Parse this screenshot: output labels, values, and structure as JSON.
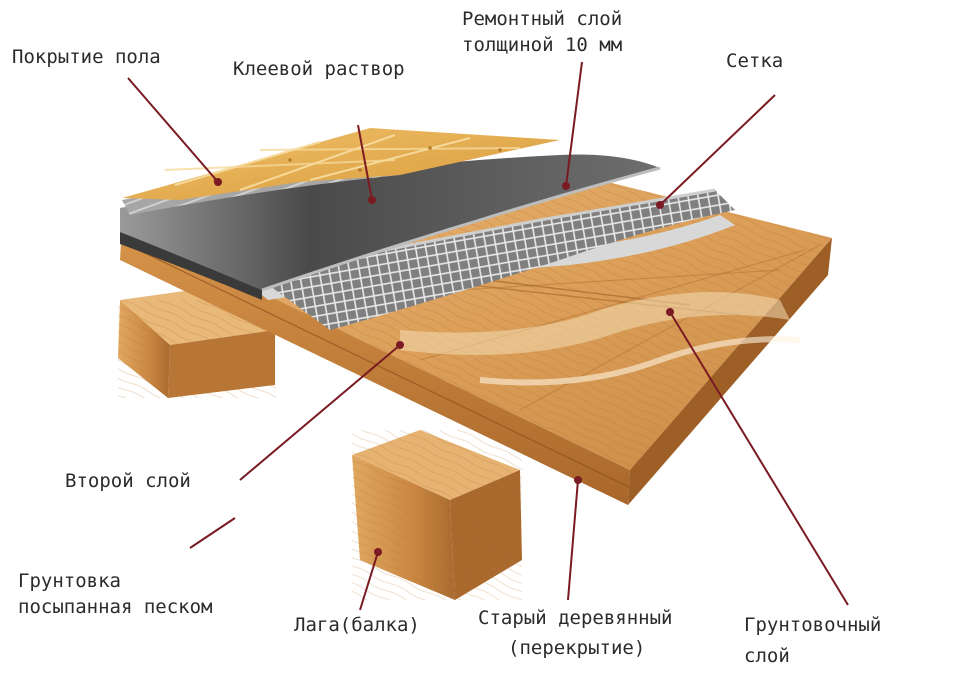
{
  "labels": {
    "floor_cover": "Покрытие пола",
    "glue": "Клеевой раствор",
    "repair_line1": "Ремонтный слой",
    "repair_line2": "толщиной 10 мм",
    "mesh": "Сетка",
    "second_layer": "Второй слой",
    "primer_sand_line1": "Грунтовка",
    "primer_sand_line2": "посыпанная песком",
    "joist": "Лага(балка)",
    "old_wood_line1": "Старый деревянный",
    "old_wood_line2": "(перекрытие)",
    "primer_layer_line1": "Грунтовочный",
    "primer_layer_line2": "слой"
  },
  "colors": {
    "wood_light": "#e2a55a",
    "wood_dark": "#b9742e",
    "tile": "#e3ad4a",
    "mortar": "#5d5d5d",
    "mesh_base": "#8e8e8e",
    "leader": "#7a1a22"
  }
}
